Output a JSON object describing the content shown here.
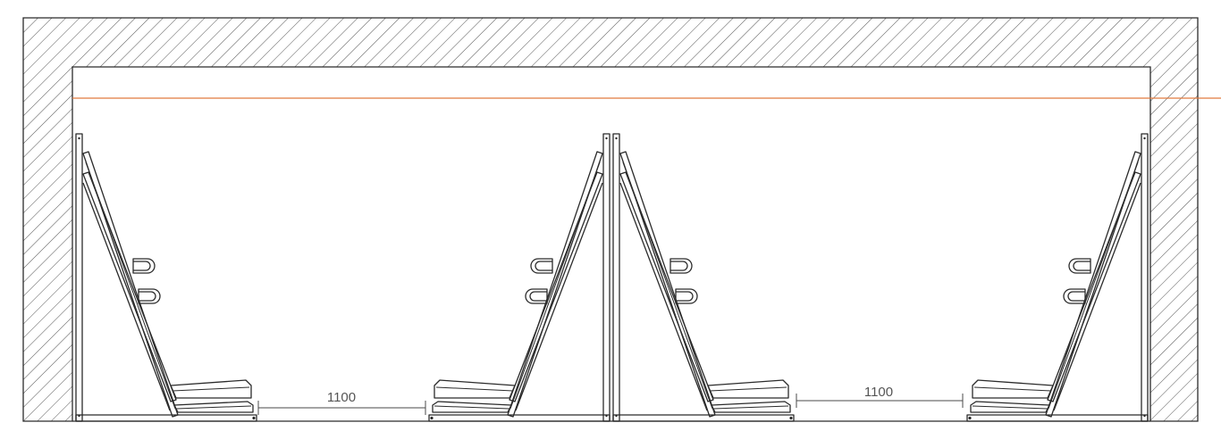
{
  "dimensions": [
    {
      "label": "1100"
    },
    {
      "label": "1100"
    }
  ],
  "colors": {
    "line": "#2b2b2b",
    "hatch": "#555555",
    "accent_line": "#e07a3f",
    "dimension_text": "#555555"
  },
  "structure": {
    "racks": 4,
    "rack_facing": [
      "right",
      "left",
      "right",
      "left"
    ]
  }
}
